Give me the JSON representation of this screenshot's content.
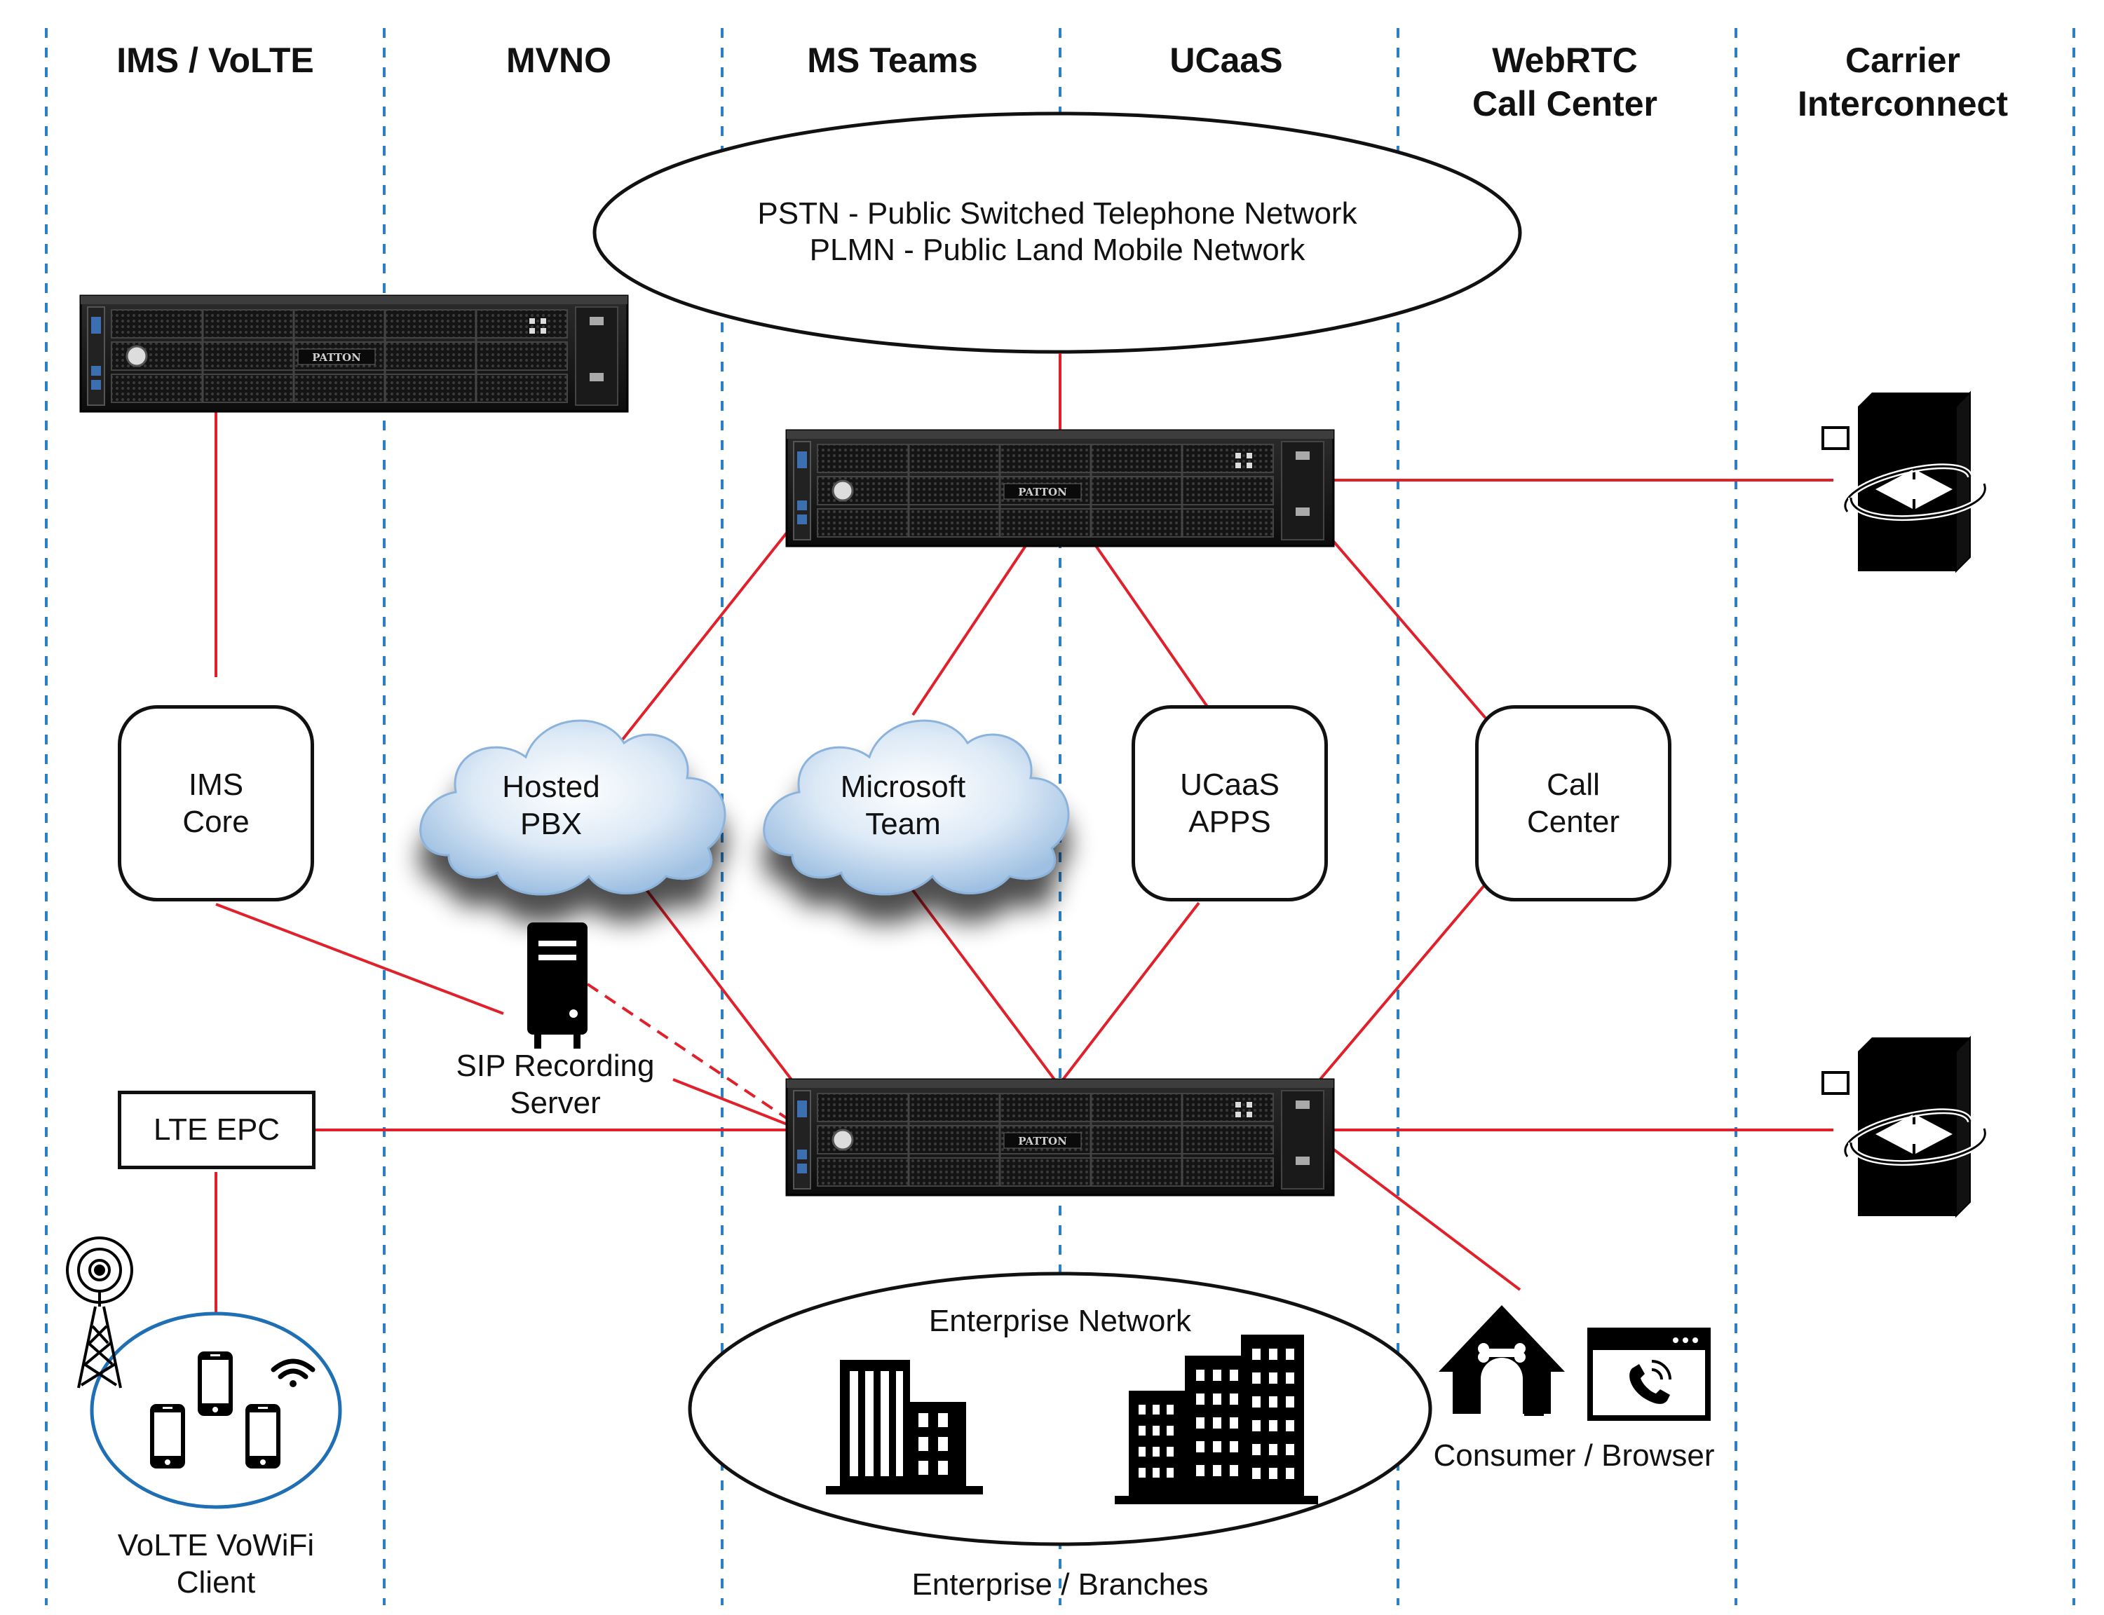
{
  "columns": {
    "ims": "IMS / VoLTE",
    "mvno": "MVNO",
    "teams": "MS Teams",
    "ucaas": "UCaaS",
    "webrtc": "WebRTC\nCall Center",
    "carrier": "Carrier\nInterconnect"
  },
  "pstn": {
    "line1": "PSTN - Public Switched Telephone Network",
    "line2": "PLMN - Public Land Mobile Network"
  },
  "servers": {
    "brand": "PATTON"
  },
  "nodes": {
    "ims_core": "IMS\nCore",
    "hosted_pbx": "Hosted\nPBX",
    "microsoft_team": "Microsoft\nTeam",
    "ucaas_apps": "UCaaS\nAPPS",
    "call_center": "Call\nCenter",
    "lte_epc": "LTE EPC",
    "sip_recording": "SIP Recording\nServer",
    "volte_client": "VoLTE VoWiFi\nClient",
    "enterprise_network": "Enterprise Network",
    "enterprise_branches": "Enterprise / Branches",
    "consumer_browser": "Consumer / Browser"
  },
  "colors": {
    "link": "#e0202a",
    "divider": "#2b7fc4",
    "client_circle": "#1f6fb5",
    "cloud": "#b9d2ec"
  },
  "icons": {
    "server": "rack-server-icon",
    "carrier": "carrier-gateway-icon",
    "tower": "cell-tower-icon",
    "phone": "smartphone-icon",
    "wifi": "wifi-icon",
    "tower_server": "tower-server-icon",
    "building": "office-building-icon",
    "doghouse": "doghouse-icon",
    "browser": "browser-call-icon"
  }
}
